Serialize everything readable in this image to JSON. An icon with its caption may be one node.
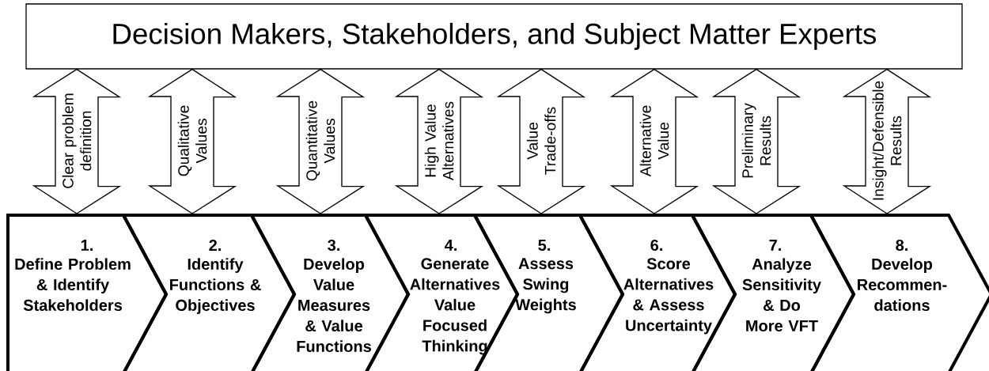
{
  "diagram": {
    "nodes": [
      {
        "text": [
          "Decision Makers, Stakeholders, and Subject Matter Experts"
        ]
      },
      {
        "text": [
          "1.",
          "Define Problem & Identify Stakeholders"
        ]
      },
      {
        "text": [
          "2.",
          "Identify Functions & Objectives"
        ]
      },
      {
        "text": [
          "3.",
          "Develop Value Measures & Value Functions"
        ]
      },
      {
        "text": [
          "4.",
          "Generate Alternatives Value Focused Thinking"
        ]
      },
      {
        "text": [
          "5.",
          "Assess Swing Weights"
        ]
      },
      {
        "text": [
          "6.",
          "Score Alternatives & Assess Uncertainty"
        ]
      },
      {
        "text": [
          "7.",
          "Analyze Sensitivity & Do More VFT"
        ]
      },
      {
        "text": [
          "8.",
          "Develop Recommen- dations"
        ]
      }
    ],
    "edges": [
      {
        "from": 0,
        "to": 1,
        "arrow": "both",
        "label": "Clear problem definition"
      },
      {
        "from": 0,
        "to": 2,
        "arrow": "both",
        "label": "Qualitative Values"
      },
      {
        "from": 0,
        "to": 3,
        "arrow": "both",
        "label": "Quantitative Values"
      },
      {
        "from": 0,
        "to": 4,
        "arrow": "both",
        "label": "High Value Alternatives"
      },
      {
        "from": 0,
        "to": 5,
        "arrow": "both",
        "label": "Value Trade-offs"
      },
      {
        "from": 0,
        "to": 6,
        "arrow": "both",
        "label": "Alternative Value"
      },
      {
        "from": 0,
        "to": 7,
        "arrow": "both",
        "label": "Preliminary Results"
      },
      {
        "from": 0,
        "to": 8,
        "arrow": "both",
        "label": "Insight/Defensible Results"
      }
    ]
  }
}
